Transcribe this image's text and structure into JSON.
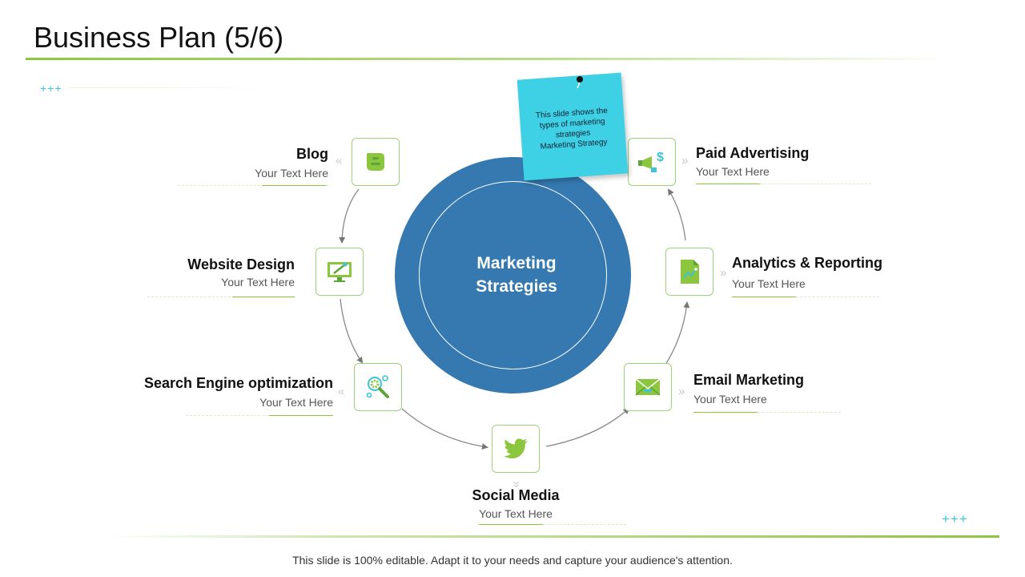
{
  "slide": {
    "title": "Business Plan (5/6)",
    "plus_marks": "+++",
    "footer": "This slide is 100% editable. Adapt it to your needs and capture your audience's attention."
  },
  "center": {
    "line1": "Marketing",
    "line2": "Strategies"
  },
  "sticky_note": {
    "line1": "This slide shows the",
    "line2": "types of marketing",
    "line3": "strategies",
    "line4": "Marketing Strategy"
  },
  "items": [
    {
      "label": "Blog",
      "sub": "Your Text Here",
      "icon": "blog-icon"
    },
    {
      "label": "Website Design",
      "sub": "Your Text Here",
      "icon": "monitor-icon"
    },
    {
      "label": "Search Engine optimization",
      "sub": "Your Text Here",
      "icon": "seo-search-icon"
    },
    {
      "label": "Social Media",
      "sub": "Your Text Here",
      "icon": "twitter-bird-icon"
    },
    {
      "label": "Email Marketing",
      "sub": "Your Text Here",
      "icon": "envelope-icon"
    },
    {
      "label": "Analytics & Reporting",
      "sub": "Your Text Here",
      "icon": "analytics-document-icon"
    },
    {
      "label": "Paid Advertising",
      "sub": "Your Text Here",
      "icon": "megaphone-dollar-icon"
    }
  ],
  "colors": {
    "accent_green": "#8cc63f",
    "circle_blue": "#3579b0",
    "note_cyan": "#3ed0e4",
    "plus_cyan": "#3fc3d6"
  }
}
